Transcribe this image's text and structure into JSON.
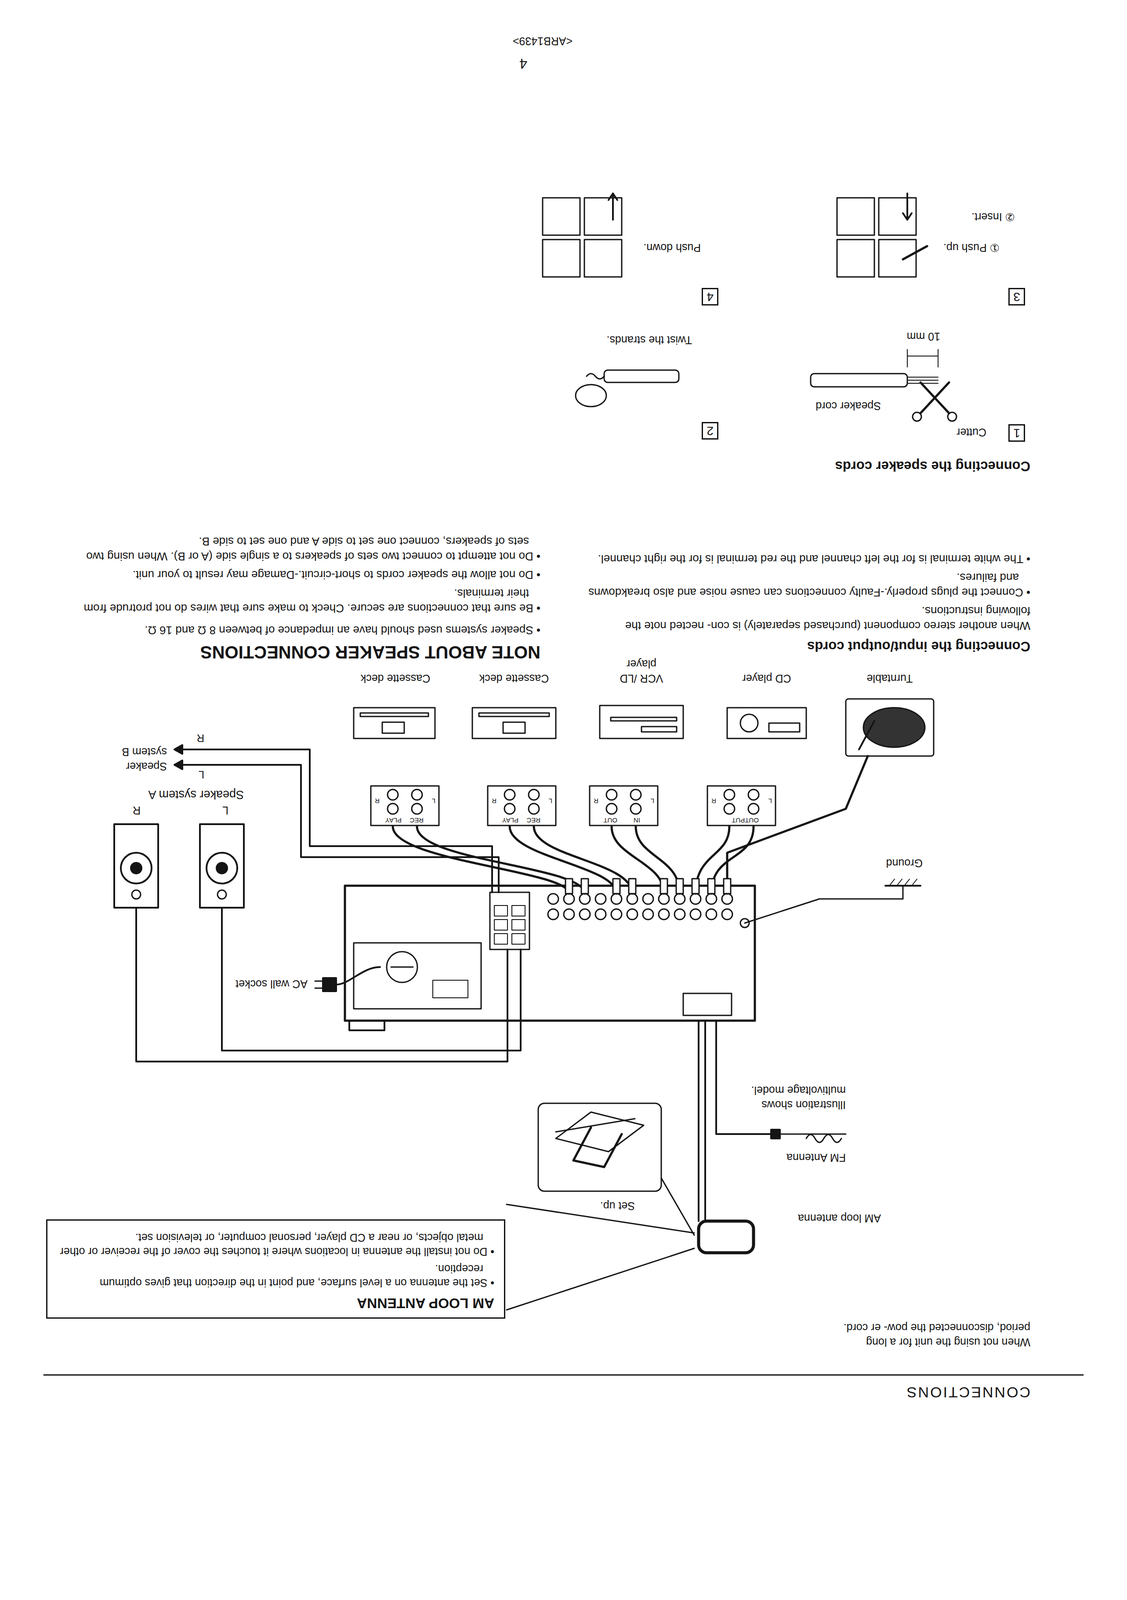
{
  "diagram": {
    "title": "CONNECTIONS",
    "nodes": [
      {
        "text": [
          "AM LOOP ANTENNA",
          "• Set the antenna on a level surface, and point in the direction that gives optimum reception.",
          "• Do not install the antenna in locations where it touches the cover of the receiver or other metal objects, or near a CD player, personal computer, or television set."
        ]
      }
    ],
    "labels": [
      "When not using the unit for a long period, disconnected the pow- er cord.",
      "AM loop antenna",
      "Set up.",
      "FM Antenna",
      "Illustration shows multivoltage model.",
      "AC wall socket",
      "Ground",
      "L",
      "R",
      "Speaker system A",
      "L",
      "R",
      "Speaker system B",
      "OUTPUT",
      "L",
      "R",
      "IN",
      "OUT",
      "L",
      "R",
      "REC",
      "PLAY",
      "L",
      "R",
      "REC",
      "PLAY",
      "L",
      "R",
      "Turntable",
      "CD player",
      "VCR /LD player",
      "Cassette deck",
      "Cassette deck",
      "Connecting the input/output cords",
      "When another stereo component (purchased separately) is con- nected note the following instructions.",
      "• Connect the plugs properly.-Faulty connections can cause noise and also breakdowns and failures.",
      "• The white terminal is for the left channel and the red terminal is for the right channel.",
      "NOTE ABOUT SPEAKER CONNECTIONS",
      "• Speaker systems used should have an impedance of between 8 Ω and 16 Ω.",
      "• Be sure that connections are secure. Check to make sure that wires do not protrude from their terminals.",
      "• Do not allow the speaker cords to short-circuit.-Damage may result to your unit.",
      "• Do not attempt to connect two sets of speakers to a single side (A or B). When using two sets of speakers, connect one set to side A and one set to side B.",
      "Connecting the speaker cords",
      "1",
      "Cutter",
      "Speaker cord",
      "10 mm",
      "2",
      "Twist the strands.",
      "3",
      "① Push up.",
      "② Insert.",
      "4",
      "Push down.",
      "4",
      "<ARB1439>"
    ]
  }
}
